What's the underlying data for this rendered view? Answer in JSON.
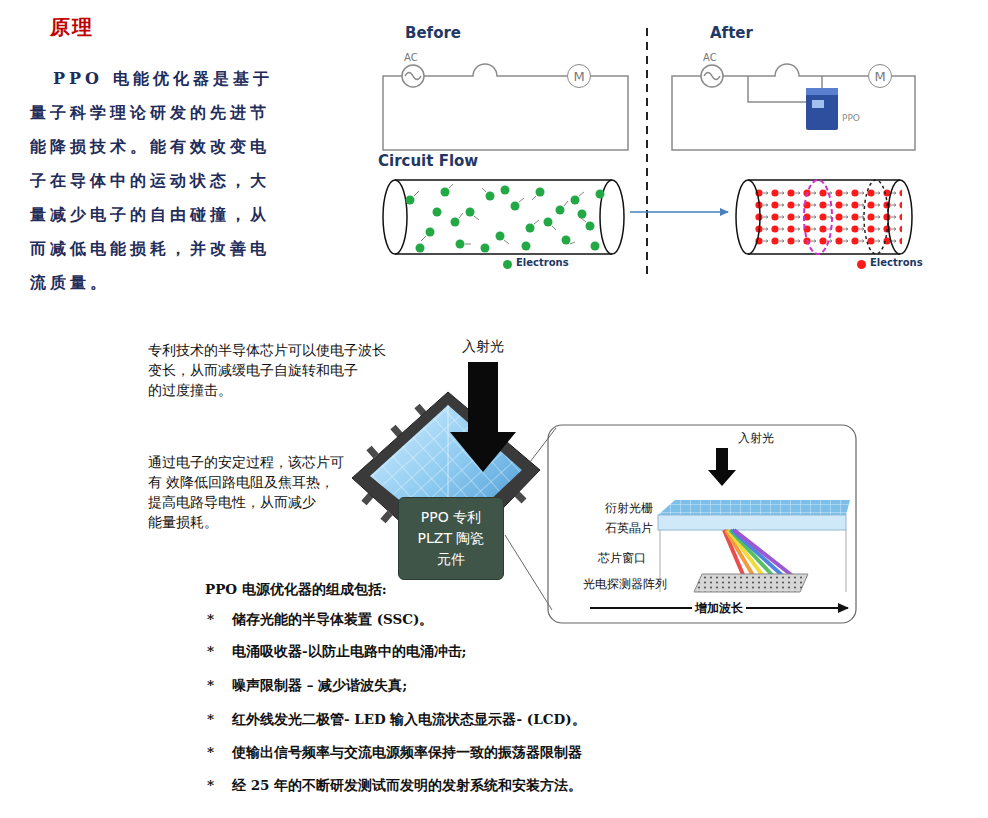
{
  "diagram": {
    "title": "原理",
    "nodes": [
      {
        "text": [
          "M"
        ]
      },
      {
        "text": [
          "M"
        ]
      },
      {
        "text": [
          "PPO 专利 PLZT 陶瓷 元件"
        ]
      }
    ],
    "labels": [
      "PPO 电能优化器是基于 量子科学理论研发的先进节 能降损技术。能有效改变电 子在导体中的运动状态，大 量减少电子的自由碰撞，从 而减低电能损耗，并改善电 流质量。",
      "Before",
      "After",
      "AC",
      "AC",
      "PPO",
      "Circuit Flow",
      "专利技术的半导体芯片可以使电子波长 变长，从而减缓电子自旋转和电子 的过度撞击。",
      "通过电子的安定过程，该芯片可 有 效降低回路电阻及焦耳热， 提高电路导电性，从而减少 能量损耗。",
      "入射光",
      "入射光",
      "衍射光栅",
      "石英晶片",
      "芯片窗口",
      "光电探测器阵列",
      "增加波长",
      "PPO 电源优化器的组成包括:",
      "*",
      "储存光能的半导体装置 (SSC)。",
      "*",
      "电涌吸收器-以防止电路中的电涌冲击;",
      "*",
      "噪声限制器 – 减少谐波失真;",
      "*",
      "红外线发光二极管- LED 输入电流状态显示器- (LCD)。",
      "*",
      "使输出信号频率与交流电源频率保持一致的振荡器限制器",
      "*",
      "经 25 年的不断研发测试而发明的发射系统和安装方法。"
    ],
    "legend": [
      {
        "text": "Electrons",
        "color": "#22a845"
      },
      {
        "text": "Electrons",
        "color": "#ff1a1a"
      }
    ]
  }
}
